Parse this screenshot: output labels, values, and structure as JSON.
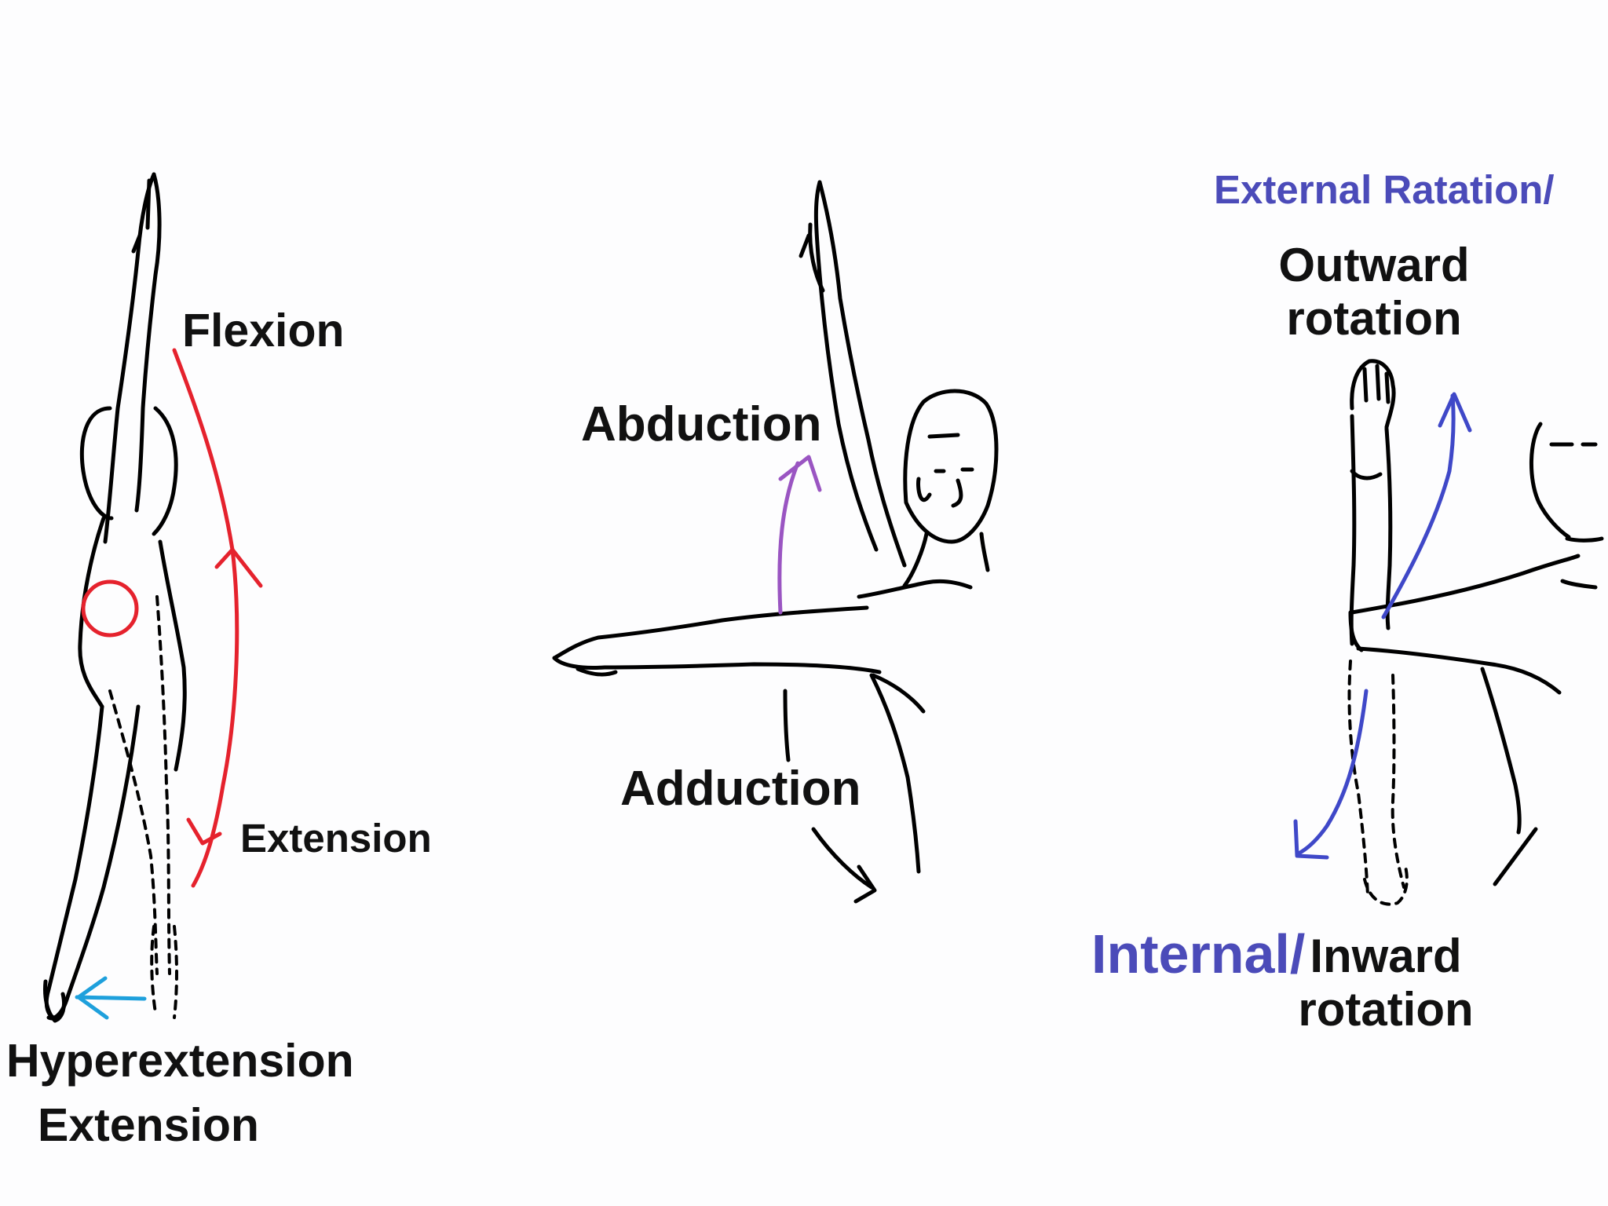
{
  "panels": {
    "sagittal": {
      "flexion": "Flexion",
      "extension_small": "Extension",
      "hyperextension": "Hyperextension",
      "extension": "Extension"
    },
    "frontal": {
      "abduction": "Abduction",
      "adduction": "Adduction"
    },
    "rotation": {
      "external_prefix": "External Ratation/",
      "outward_rotation": "Outward rotation",
      "internal_prefix": "Internal/",
      "inward_rotation": "Inward rotation"
    }
  },
  "colors": {
    "flexion_arrow": "#e5222d",
    "hyperextension_arrow": "#1ea0dc",
    "abduction_arrow": "#9a55c2",
    "rotation_arrow": "#3f48c8",
    "rotation_label": "#4b4bb9",
    "ink": "#000000"
  }
}
